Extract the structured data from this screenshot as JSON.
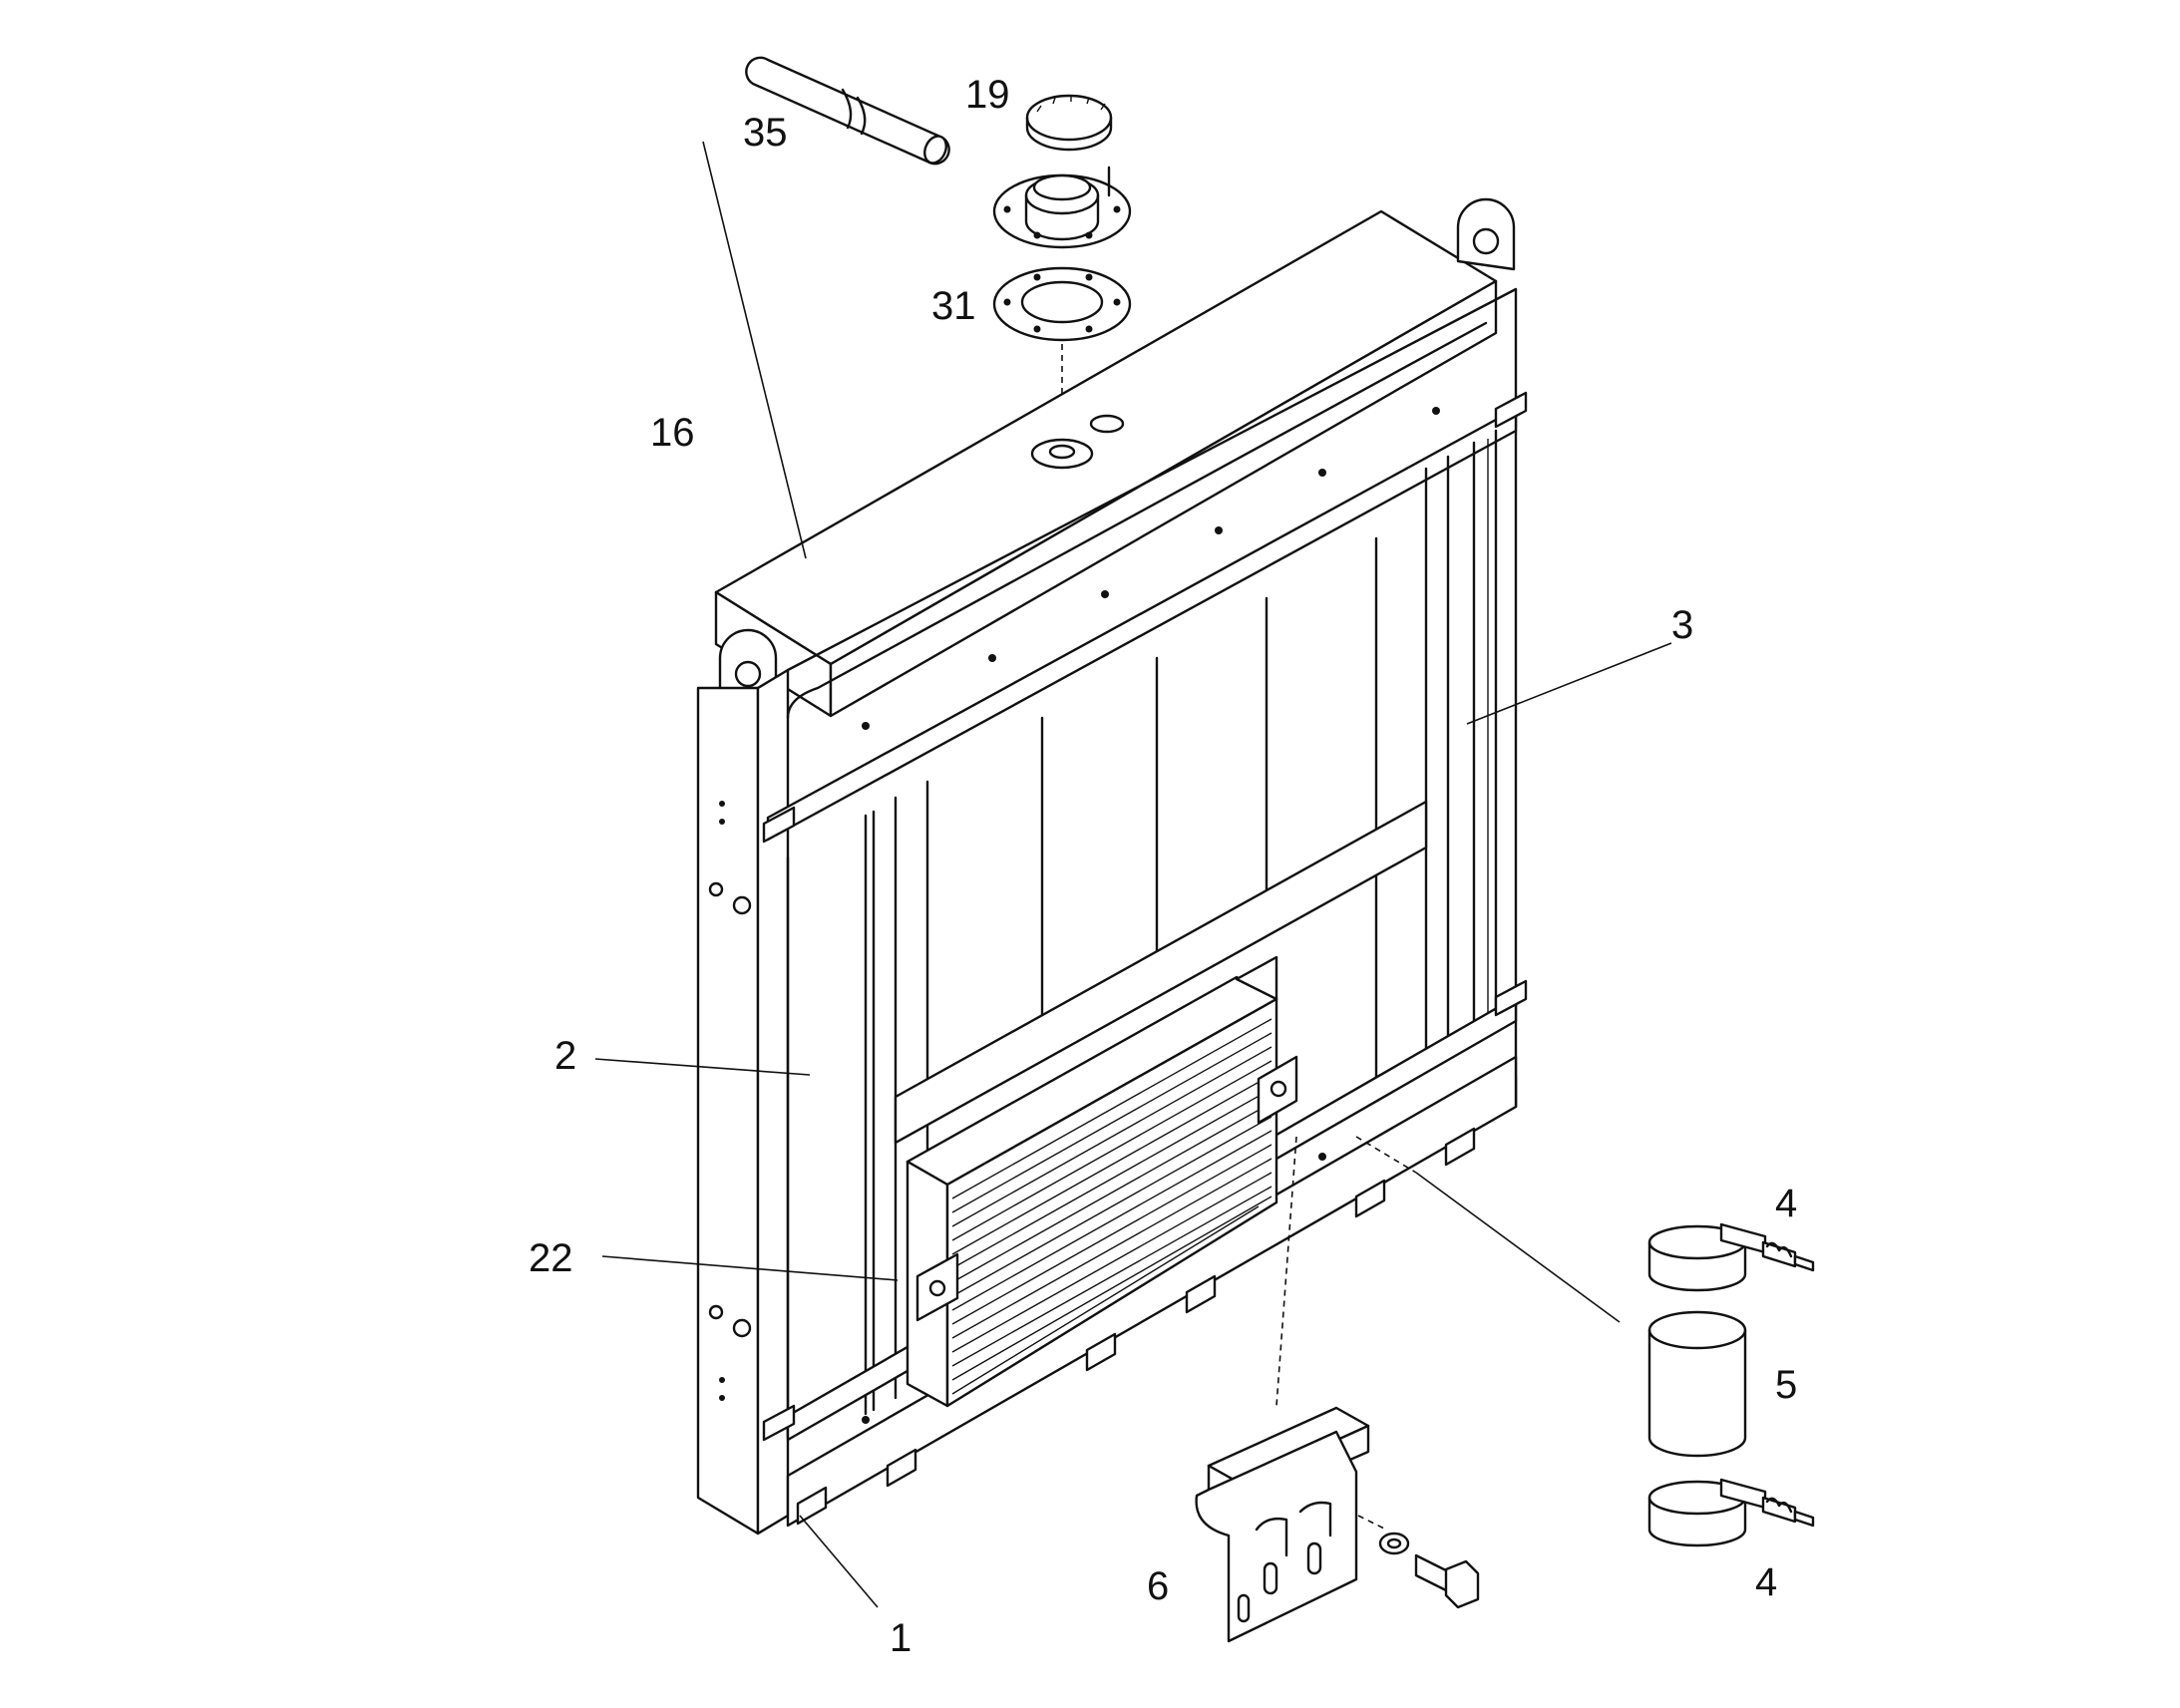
{
  "diagram": {
    "callouts": [
      {
        "id": "35",
        "text": "35"
      },
      {
        "id": "19",
        "text": "19"
      },
      {
        "id": "31",
        "text": "31"
      },
      {
        "id": "16",
        "text": "16"
      },
      {
        "id": "3",
        "text": "3"
      },
      {
        "id": "2",
        "text": "2"
      },
      {
        "id": "22",
        "text": "22"
      },
      {
        "id": "4a",
        "text": "4"
      },
      {
        "id": "5",
        "text": "5"
      },
      {
        "id": "4b",
        "text": "4"
      },
      {
        "id": "6",
        "text": "6"
      },
      {
        "id": "1",
        "text": "1"
      }
    ]
  }
}
